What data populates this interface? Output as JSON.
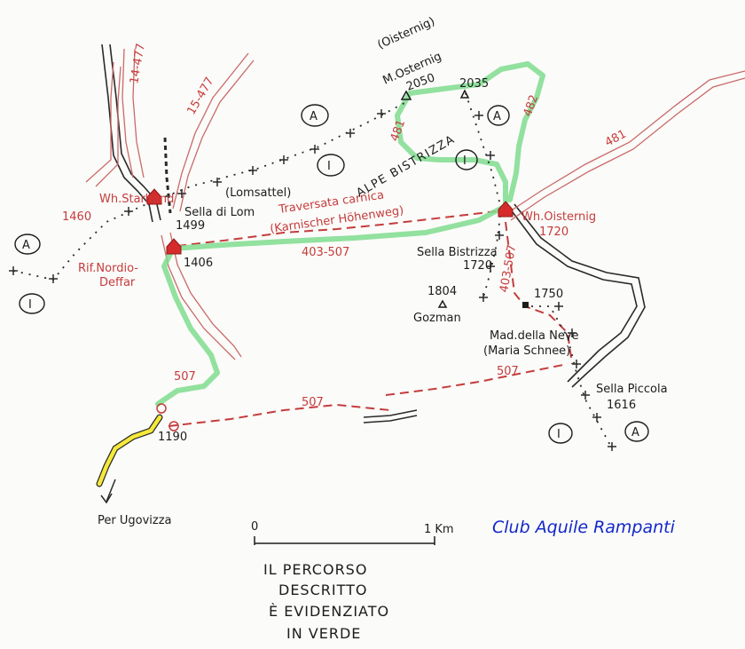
{
  "peak": {
    "alt_name": "(Oisternig)",
    "name": "M.Osternig",
    "elev": "2050"
  },
  "summit2035": "2035",
  "path_labels": {
    "p14477": "14-477",
    "p15477": "15-477",
    "p481_left": "481",
    "p482": "482",
    "p481_right": "481",
    "p403_507": "403-507",
    "p403_507_v": "403-507",
    "p507_green": "507",
    "p507_mid": "507",
    "p507_right": "507"
  },
  "places": {
    "wh_starhand": "Wh.Starhand",
    "e1460": "1460",
    "lomsattel": "(Lomsattel)",
    "sella_lom": "Sella di Lom",
    "e1499": "1499",
    "traversata": "Traversata carnica",
    "karnischer": "(Karnischer Höhenweg)",
    "rif_nordio": "Rif.Nordio-",
    "deffar": "Deffar",
    "e1406": "1406",
    "alpe": "ALPE BISTRIZZA",
    "wh_oisternig": "Wh.Oisternig",
    "e1720r": "1720",
    "sella_bistrizza": "Sella Bistrizza",
    "e1720": "1720",
    "e1804": "1804",
    "gozman": "Gozman",
    "e1750": "1750",
    "mad_neve": "Mad.della Neve",
    "maria_schnee": "(Maria Schnee)",
    "sella_piccola": "Sella Piccola",
    "e1616": "1616",
    "e1190": "1190",
    "per_ugovizza": "Per Ugovizza"
  },
  "markers": {
    "A": "A",
    "I": "I"
  },
  "scale": {
    "zero": "0",
    "km": "1 Km"
  },
  "note": [
    "IL PERCORSO",
    "DESCRITTO",
    "È EVIDENZIATO",
    "IN VERDE"
  ],
  "credit": "Club Aquile Rampanti",
  "colors": {
    "route": "#7fdc8f",
    "trail": "#c43c3c",
    "road": "#2a2a2a",
    "credit": "#1428c8"
  }
}
